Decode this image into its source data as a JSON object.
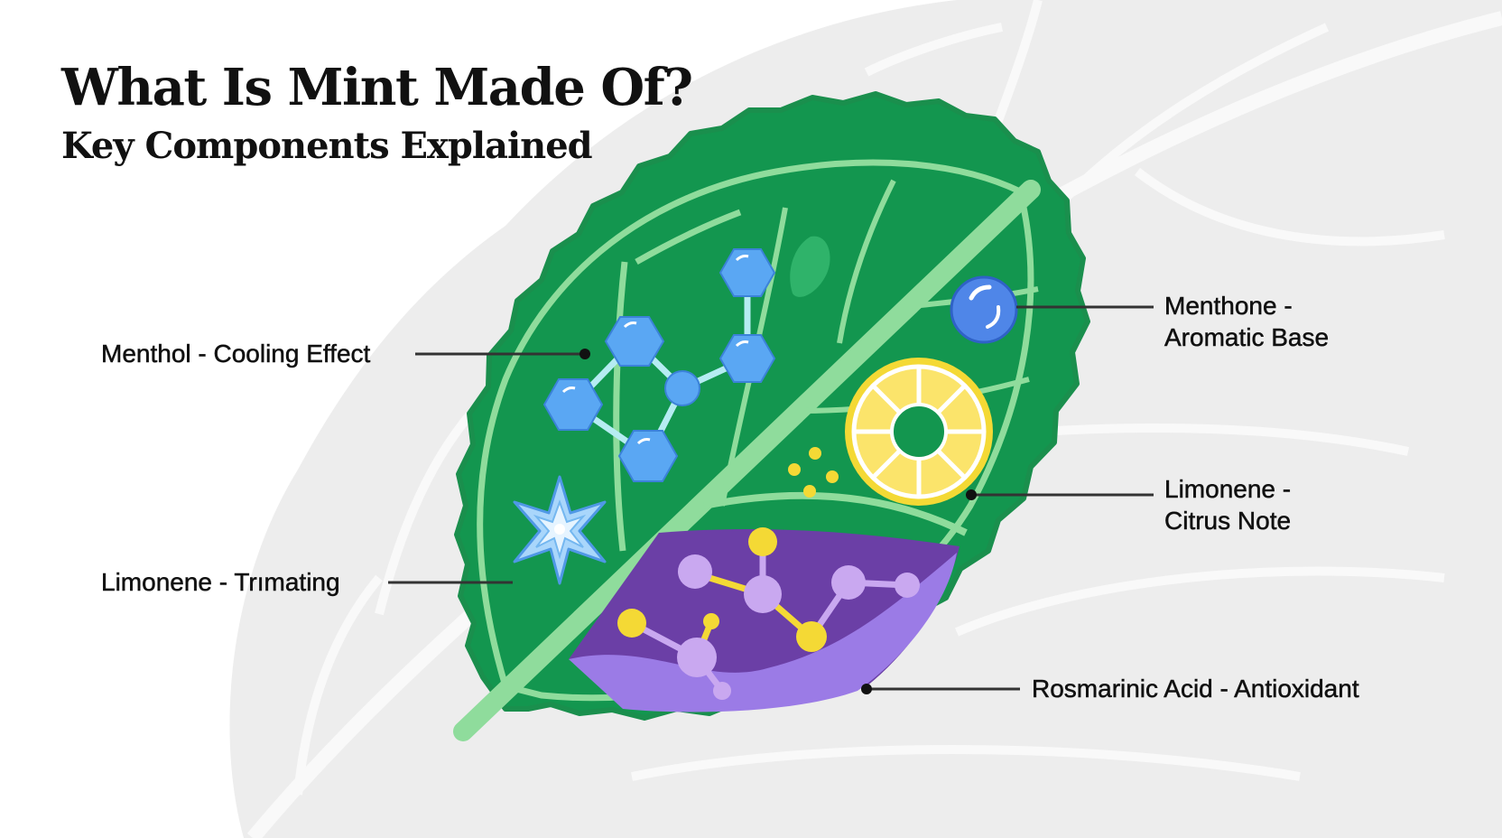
{
  "title": "What Is Mint Made Of?",
  "subtitle": "Key Components Explained",
  "labels": {
    "menthol": "Menthol - Cooling Effect",
    "limonene_left": "Limonene - Trımating",
    "menthone_line1": "Menthone -",
    "menthone_line2": "Aromatic Base",
    "limonene_right_line1": "Limonene -",
    "limonene_right_line2": "Citrus Note",
    "rosmarinic": "Rosmarinic Acid - Antioxidant"
  },
  "colors": {
    "leaf": "#13964f",
    "leaf_edge": "#1a8f4d",
    "vein": "#8fdc9c",
    "molecule_blue": "#5aa7f3",
    "citrus_yellow": "#f4d935",
    "rosmarinic_purple": "#6b3fa6",
    "lavender": "#c9a8f0",
    "background_leaf": "#ededed"
  }
}
